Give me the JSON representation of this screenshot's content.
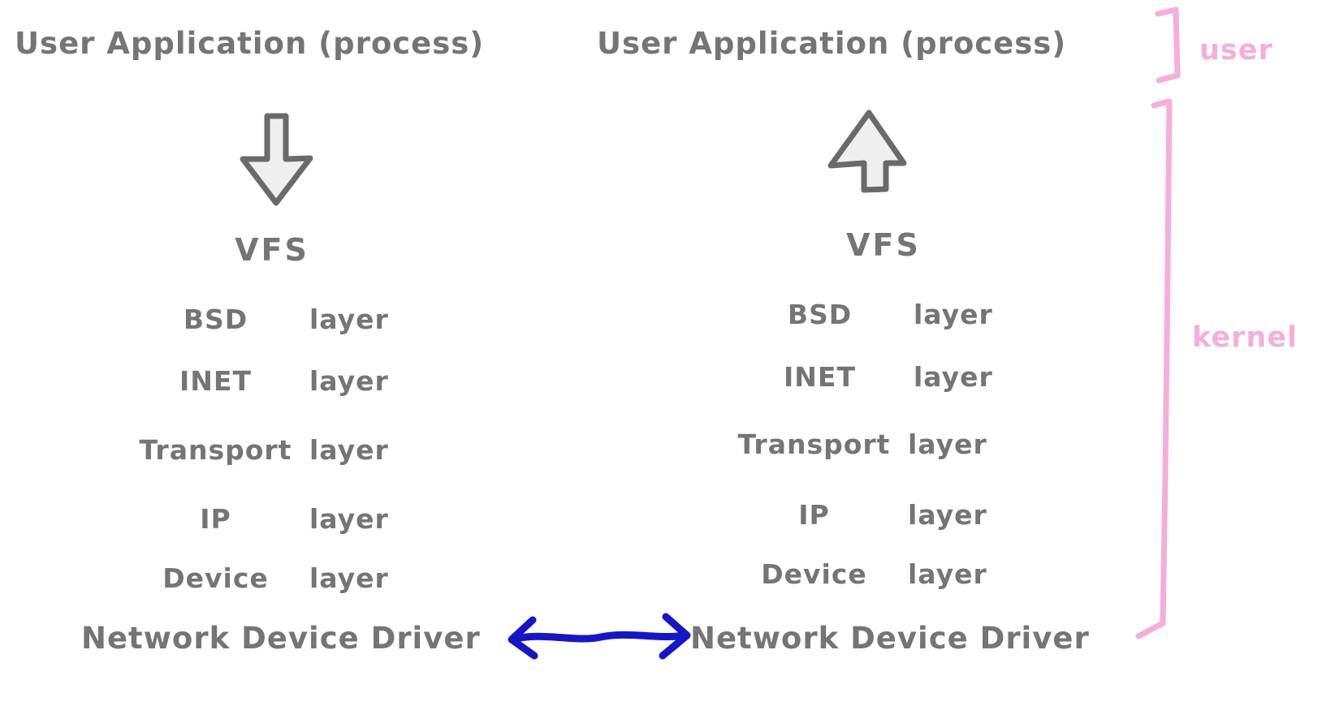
{
  "colors": {
    "ink_gray": "#757575",
    "arrow_stroke": "#6a6a6a",
    "arrow_fill": "#efefef",
    "connector_blue": "#1616c8",
    "annotation_pink": "#f6aed8"
  },
  "left_stack": {
    "title": "User Application (process)",
    "flow_arrow": "down-arrow",
    "vfs_label": "VFS",
    "layers": [
      {
        "name": "BSD",
        "suffix": "layer"
      },
      {
        "name": "INET",
        "suffix": "layer"
      },
      {
        "name": "Transport",
        "suffix": "layer"
      },
      {
        "name": "IP",
        "suffix": "layer"
      },
      {
        "name": "Device",
        "suffix": "layer"
      }
    ],
    "bottom_label": "Network Device Driver"
  },
  "right_stack": {
    "title": "User Application (process)",
    "flow_arrow": "up-arrow",
    "vfs_label": "VFS",
    "layers": [
      {
        "name": "BSD",
        "suffix": "layer"
      },
      {
        "name": "INET",
        "suffix": "layer"
      },
      {
        "name": "Transport",
        "suffix": "layer"
      },
      {
        "name": "IP",
        "suffix": "layer"
      },
      {
        "name": "Device",
        "suffix": "layer"
      }
    ],
    "bottom_label": "Network Device Driver"
  },
  "annotations": {
    "user_label": "user",
    "kernel_label": "kernel"
  },
  "connector": {
    "type": "bidirectional-arrow",
    "connects": "Network Device Driver <-> Network Device Driver"
  }
}
